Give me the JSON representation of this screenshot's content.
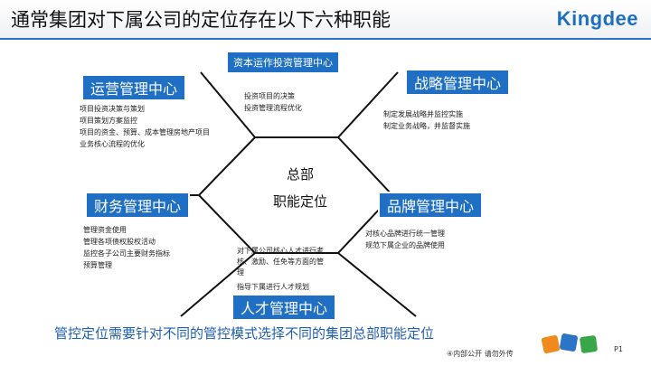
{
  "header": {
    "title": "通常集团对下属公司的定位存在以下六种职能",
    "logo": "Kingdee"
  },
  "center": {
    "line1": "总部",
    "line2": "职能定位"
  },
  "capital": {
    "label": "资本运作投资管理中心",
    "items": [
      "投资项目的决策",
      "投资管理流程优化"
    ]
  },
  "operations": {
    "label": "运营管理中心",
    "items": [
      "项目投资决策与策划",
      "项目策划方案监控",
      "项目的资金、预算、成本管理房地产项目",
      "业务核心流程的优化"
    ]
  },
  "strategy": {
    "label": "战略管理中心",
    "items": [
      "制定发展战略并监控实施",
      "制定业务战略，并监督实施"
    ]
  },
  "finance": {
    "label": "财务管理中心",
    "items": [
      "管理资金使用",
      "管理各项债权股权活动",
      "监控各子公司主要财务指标",
      "预算管理"
    ]
  },
  "brand": {
    "label": "品牌管理中心",
    "items": [
      "对核心品牌进行统一管理",
      "规范下属企业的品牌使用"
    ]
  },
  "hr": {
    "label": "人才管理中心",
    "items": [
      "对下属公司核心人才进行考",
      "核、激励、任免等方面的管",
      "理",
      "指导下属进行人才规划"
    ]
  },
  "footer": {
    "note": "管控定位需要针对不同的管控模式选择不同的集团总部职能定位",
    "confidential": "④内部公开 请勿外传",
    "page": "P1"
  },
  "colors": {
    "accent": "#1f6fc4",
    "rule": "#2b74c8",
    "note": "#1f5fb0"
  }
}
